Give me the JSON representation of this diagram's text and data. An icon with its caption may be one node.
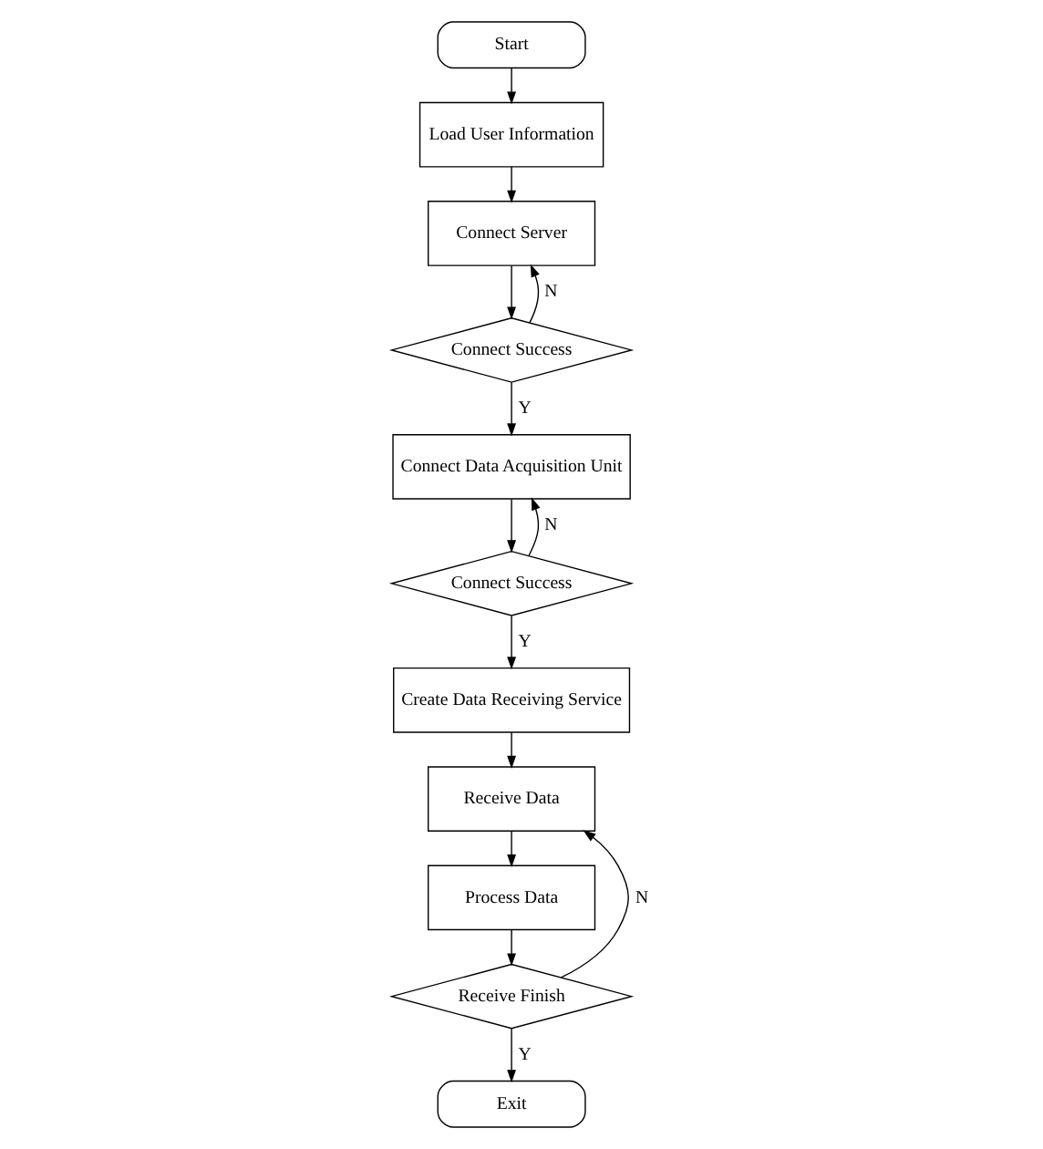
{
  "diagram": {
    "nodes": [
      {
        "text": [
          "Start"
        ]
      },
      {
        "text": [
          "Load User Information"
        ]
      },
      {
        "text": [
          "Connect Server"
        ]
      },
      {
        "text": [
          "Connect Success"
        ]
      },
      {
        "text": [
          "Connect Data Acquisition Unit"
        ]
      },
      {
        "text": [
          "Connect Success"
        ]
      },
      {
        "text": [
          "Create Data Receiving Service"
        ]
      },
      {
        "text": [
          "Receive Data"
        ]
      },
      {
        "text": [
          "Process Data"
        ]
      },
      {
        "text": [
          "Receive Finish"
        ]
      },
      {
        "text": [
          "Exit"
        ]
      }
    ],
    "edges": [
      {
        "from": 0,
        "to": 1,
        "arrow": "to"
      },
      {
        "from": 1,
        "to": 2,
        "arrow": "to"
      },
      {
        "from": 2,
        "to": 3,
        "arrow": "to"
      },
      {
        "from": 3,
        "to": 2,
        "arrow": "to",
        "label": "N"
      },
      {
        "from": 3,
        "to": 4,
        "arrow": "to",
        "label": "Y"
      },
      {
        "from": 4,
        "to": 5,
        "arrow": "to"
      },
      {
        "from": 5,
        "to": 4,
        "arrow": "to",
        "label": "N"
      },
      {
        "from": 5,
        "to": 6,
        "arrow": "to",
        "label": "Y"
      },
      {
        "from": 6,
        "to": 7,
        "arrow": "to"
      },
      {
        "from": 7,
        "to": 8,
        "arrow": "to"
      },
      {
        "from": 8,
        "to": 9,
        "arrow": "to"
      },
      {
        "from": 9,
        "to": 7,
        "arrow": "to",
        "label": "N"
      },
      {
        "from": 9,
        "to": 10,
        "arrow": "to",
        "label": "Y"
      }
    ]
  }
}
